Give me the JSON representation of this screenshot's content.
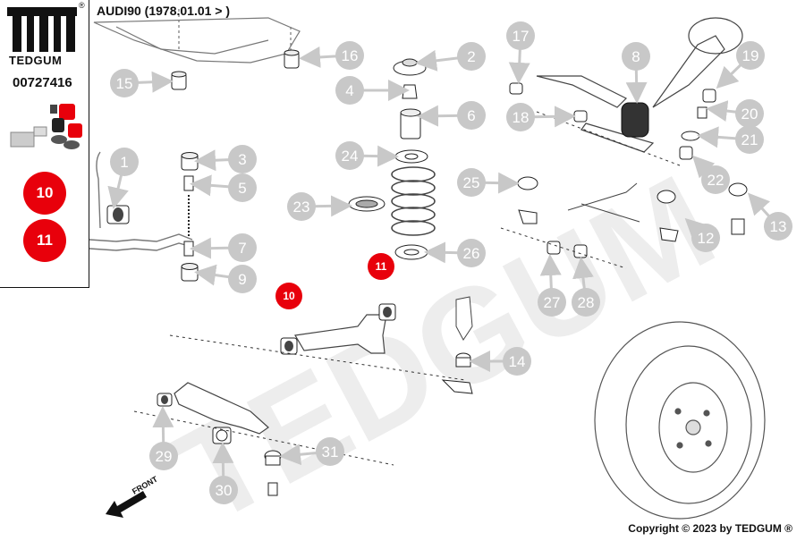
{
  "header": {
    "brand_name": "TEDGUM",
    "part_number": "00727416",
    "reg_mark": "®",
    "car_title": "AUDI90 (1978.01.01 > )"
  },
  "highlighted_parts": [
    "10",
    "11"
  ],
  "callouts": [
    "1",
    "2",
    "3",
    "4",
    "5",
    "6",
    "7",
    "8",
    "9",
    "10",
    "11",
    "12",
    "13",
    "14",
    "15",
    "16",
    "17",
    "18",
    "19",
    "20",
    "21",
    "22",
    "23",
    "24",
    "25",
    "26",
    "27",
    "28",
    "29",
    "30",
    "31"
  ],
  "front_label": "FRONT",
  "watermark": "TEDGUM",
  "copyright": "Copyright © 2023 by TEDGUM ®",
  "colors": {
    "highlight": "#e8000b",
    "callout_gray": "#c8c8c8",
    "line": "#111111"
  }
}
